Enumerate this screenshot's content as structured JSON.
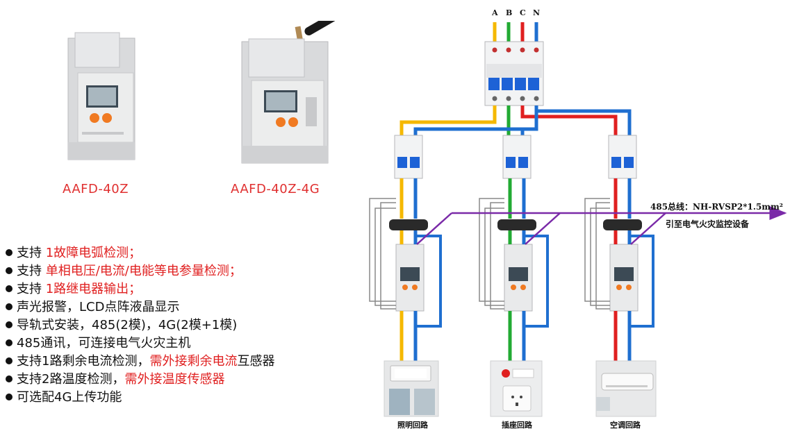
{
  "products": [
    {
      "label": "AAFD-40Z"
    },
    {
      "label": "AAFD-40Z-4G"
    }
  ],
  "features": [
    {
      "prefix": "支持 ",
      "highlight": "1故障电弧检测；",
      "suffix": ""
    },
    {
      "prefix": "支持 ",
      "highlight": "单相电压/电流/电能等电参量检测；",
      "suffix": ""
    },
    {
      "prefix": "支持 ",
      "highlight": "1路继电器输出；",
      "suffix": ""
    },
    {
      "prefix": "声光报警，LCD点阵液晶显示",
      "highlight": "",
      "suffix": ""
    },
    {
      "prefix": "导轨式安装，485(2模)，4G(2模+1模)",
      "highlight": "",
      "suffix": ""
    },
    {
      "prefix": "485通讯，可连接电气火灾主机",
      "highlight": "",
      "suffix": ""
    },
    {
      "prefix": "支持1路剩余电流检测，",
      "highlight": "需外接剩余电流",
      "suffix": "互感器"
    },
    {
      "prefix": "支持2路温度检测，",
      "highlight": "需外接温度传感器",
      "suffix": ""
    },
    {
      "prefix": "可选配4G上传功能",
      "highlight": "",
      "suffix": ""
    }
  ],
  "phases": [
    "A",
    "B",
    "C",
    "N"
  ],
  "bus": {
    "label": "485总线：NH-RVSP2*1.5mm²",
    "sub": "引至电气火灾监控设备"
  },
  "circuits": [
    "照明回路",
    "插座回路",
    "空调回路"
  ],
  "colors": {
    "phase_a": "#f5b800",
    "phase_b": "#22aa33",
    "phase_c": "#e02020",
    "neutral": "#1f6fd0",
    "bus": "#7a2aa8",
    "highlight": "#e02020"
  }
}
